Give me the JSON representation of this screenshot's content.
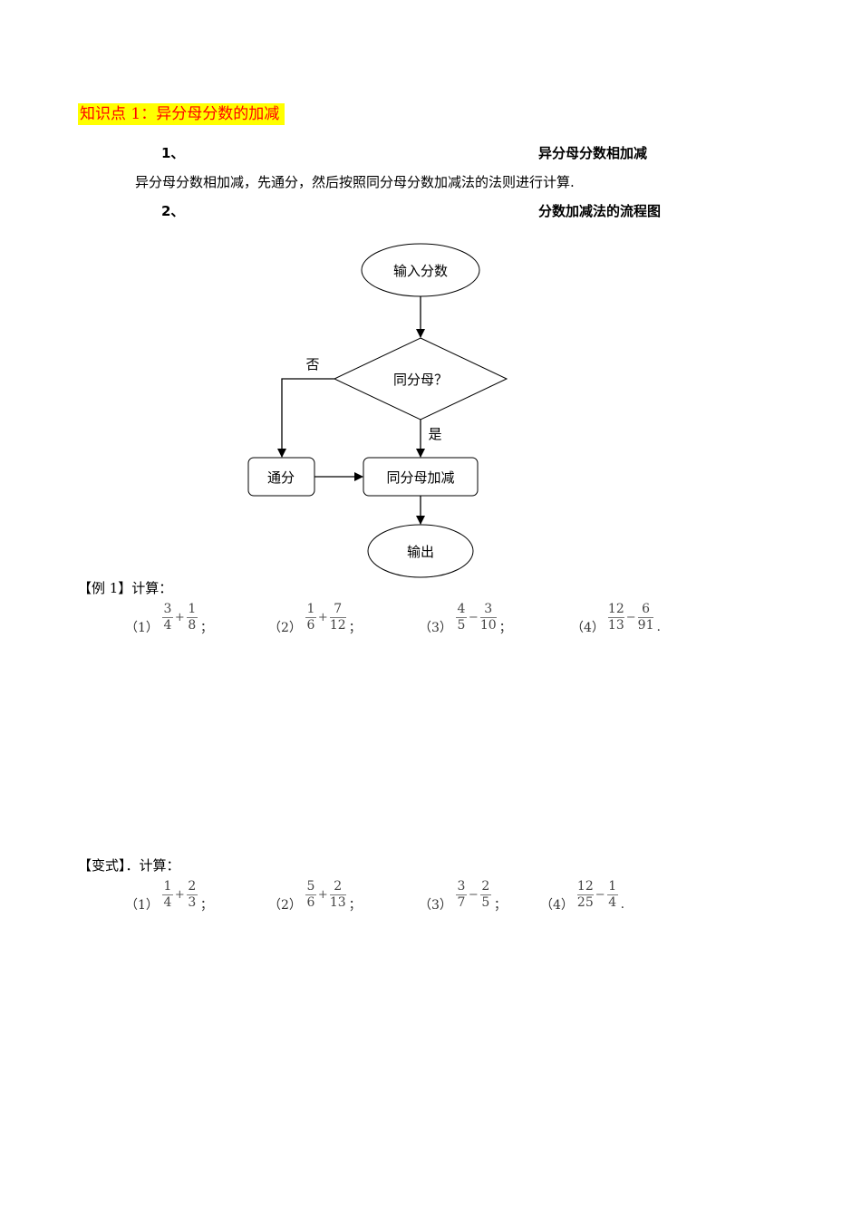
{
  "heading": "知识点 1：异分母分数的加减",
  "sections": [
    {
      "number": "1、",
      "title": "异分母分数相加减"
    },
    {
      "number": "2、",
      "title": "分数加减法的流程图"
    }
  ],
  "rule_text": "异分母分数相加减，先通分，然后按照同分母分数加减法的法则进行计算.",
  "flowchart": {
    "start": "输入分数",
    "decision": "同分母？",
    "no_label": "否",
    "yes_label": "是",
    "common_denominator": "通分",
    "same_denominator_op": "同分母加减",
    "end": "输出"
  },
  "example1": {
    "label": "【例 1】计算：",
    "problems": [
      {
        "index": "（1）",
        "a_num": "3",
        "a_den": "4",
        "op": "+",
        "b_num": "1",
        "b_den": "8",
        "end": "；"
      },
      {
        "index": "（2）",
        "a_num": "1",
        "a_den": "6",
        "op": "+",
        "b_num": "7",
        "b_den": "12",
        "end": "；"
      },
      {
        "index": "（3）",
        "a_num": "4",
        "a_den": "5",
        "op": "−",
        "b_num": "3",
        "b_den": "10",
        "end": "；"
      },
      {
        "index": "（4）",
        "a_num": "12",
        "a_den": "13",
        "op": "−",
        "b_num": "6",
        "b_den": "91",
        "end": "."
      }
    ]
  },
  "variant": {
    "label": "【变式】．计算：",
    "problems": [
      {
        "index": "（1）",
        "a_num": "1",
        "a_den": "4",
        "op": "+",
        "b_num": "2",
        "b_den": "3",
        "end": "；"
      },
      {
        "index": "（2）",
        "a_num": "5",
        "a_den": "6",
        "op": "+",
        "b_num": "2",
        "b_den": "13",
        "end": "；"
      },
      {
        "index": "（3）",
        "a_num": "3",
        "a_den": "7",
        "op": "−",
        "b_num": "2",
        "b_den": "5",
        "end": "；"
      },
      {
        "index": "（4）",
        "a_num": "12",
        "a_den": "25",
        "op": "−",
        "b_num": "1",
        "b_den": "4",
        "end": "."
      }
    ]
  }
}
